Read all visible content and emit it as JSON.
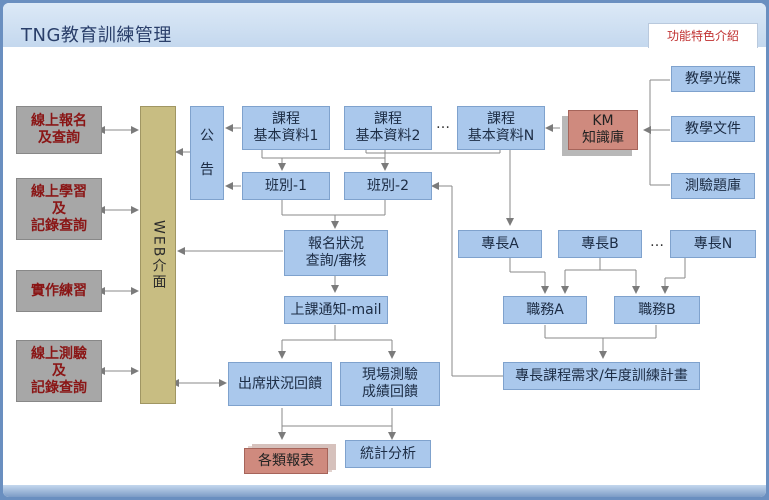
{
  "header": {
    "title": "TNG教育訓練管理",
    "tag": "功能特色介紹"
  },
  "left": {
    "registration": "線上報名\n及查詢",
    "learning": "線上學習\n及\n記錄查詢",
    "practice": "實作練習",
    "testing": "線上測驗\n及\n記錄查詢"
  },
  "web": "WEB介面",
  "announcement": "公\n\n告",
  "courses": {
    "c1": "課程\n基本資料1",
    "c2": "課程\n基本資料2",
    "cn": "課程\n基本資料N",
    "dots": "…"
  },
  "km": "KM\n知識庫",
  "right": {
    "disc": "教學光碟",
    "docs": "教學文件",
    "bank": "測驗題庫"
  },
  "classes": {
    "cl1": "班別-1",
    "cl2": "班別-2"
  },
  "flow": {
    "status": "報名狀況\n查詢/審核",
    "notice": "上課通知-mail",
    "attendance": "出席狀況回饋",
    "onsite": "現場測驗\n成績回饋",
    "reports": "各類報表",
    "stats": "統計分析"
  },
  "skills": {
    "a": "專長A",
    "b": "專長B",
    "n": "專長N",
    "dots": "…"
  },
  "jobs": {
    "a": "職務A",
    "b": "職務B"
  },
  "plan": "專長課程需求/年度訓練計畫"
}
